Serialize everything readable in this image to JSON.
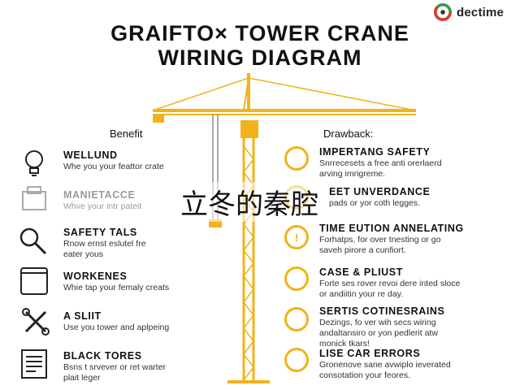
{
  "brand": {
    "name": "dectime"
  },
  "title": {
    "line1": "GRAIFTO× TOWER CRANE",
    "line2": "WIRING DIAGRAM"
  },
  "columns": {
    "left": "Benefit",
    "right": "Drawback:"
  },
  "benefits": [
    {
      "title": "WELLUND",
      "desc": [
        "Whe you your feattor crate"
      ],
      "icon": "lightbulb-icon"
    },
    {
      "title": "MANIETACCE",
      "desc": [
        "Whve your intr pateit"
      ],
      "icon": "panel-icon"
    },
    {
      "title": "SAFETY TALS",
      "desc": [
        "Rnow ernst eslutel fre",
        "eater yous"
      ],
      "icon": "magnifier-icon"
    },
    {
      "title": "WORKENES",
      "desc": [
        "Whie tap your femaly creats"
      ],
      "icon": "tablet-icon"
    },
    {
      "title": "A SLIIT",
      "desc": [
        "Use you tower and aplpeing"
      ],
      "icon": "tools-icon"
    },
    {
      "title": "BLACK TORES",
      "desc": [
        "Bsns t srvever or ret warter",
        "plait leger"
      ],
      "icon": "document-icon"
    }
  ],
  "drawbacks": [
    {
      "title": "IMPERTANG SAFETY",
      "desc": [
        "Snrrecesets a free anti orerlaerd",
        "arving imrigreme."
      ],
      "mark": ""
    },
    {
      "title": "EET UNVERDANCE",
      "desc": [
        "pads or yor coth legges."
      ],
      "mark": ""
    },
    {
      "title": "TIME EUTION ANNELATING",
      "desc": [
        "Forhatps, for over tnesting or go",
        "saveh pirore a cunfiort."
      ],
      "mark": "!"
    },
    {
      "title": "CASE & PLIUST",
      "desc": [
        "Forte ses rover revoi dere inted sloce",
        "or andiitin your re day."
      ],
      "mark": ""
    },
    {
      "title": "SERTIS COTINESRAINS",
      "desc": [
        "Dezings, fo ver wih secs wiring",
        "andaltansiro or yon pedlerit atw",
        "monick tkars!"
      ],
      "mark": ""
    },
    {
      "title": "LISE CAR ERRORS",
      "desc": [
        "Gronenove sane avwiplo ieverated",
        "consotation your feores."
      ],
      "mark": ""
    }
  ],
  "overlay_text": "立冬的秦腔",
  "colors": {
    "accent": "#f2b21b",
    "text": "#111111",
    "muted": "#9a9a9a",
    "brand_red": "#d83a2f",
    "brand_green": "#2aa14a"
  }
}
